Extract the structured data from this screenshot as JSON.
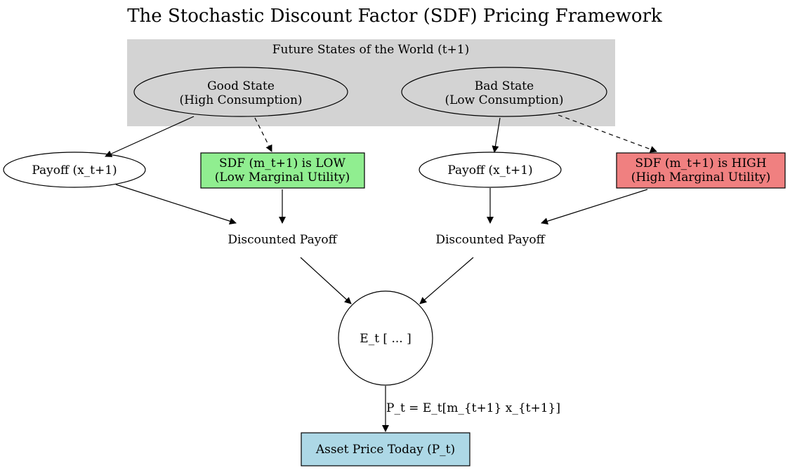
{
  "title": "The Stochastic Discount Factor (SDF) Pricing Framework",
  "cluster": {
    "label": "Future States of the World (t+1)",
    "fill": "#d3d3d3"
  },
  "nodes": {
    "good_state": {
      "line1": "Good State",
      "line2": "(High Consumption)"
    },
    "bad_state": {
      "line1": "Bad State",
      "line2": "(Low Consumption)"
    },
    "payoff_good": {
      "label": "Payoff (x_t+1)"
    },
    "payoff_bad": {
      "label": "Payoff (x_t+1)"
    },
    "sdf_low": {
      "line1": "SDF (m_t+1) is LOW",
      "line2": "(Low Marginal Utility)",
      "fill": "#90ee90"
    },
    "sdf_high": {
      "line1": "SDF (m_t+1) is HIGH",
      "line2": "(High Marginal Utility)",
      "fill": "#f08080"
    },
    "discounted_good": {
      "label": "Discounted Payoff"
    },
    "discounted_bad": {
      "label": "Discounted Payoff"
    },
    "expectation": {
      "label": "E_t [ ... ]"
    },
    "asset_price": {
      "label": "Asset Price Today (P_t)",
      "fill": "#add8e6"
    }
  },
  "edges": {
    "pricing_equation_label": "P_t = E_t[m_{t+1} x_{t+1}]"
  }
}
